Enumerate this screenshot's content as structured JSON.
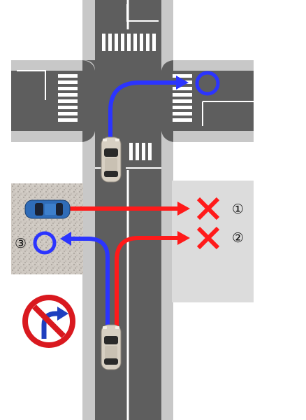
{
  "labels": {
    "one": "①",
    "two": "②",
    "three": "③"
  },
  "icons": {
    "forbidden": "cross-mark-icon",
    "allowed": "circle-mark-icon",
    "sign": "no-right-turn-sign-icon",
    "vehicle": "car-icon"
  },
  "colors": {
    "road": "#5e5e5e",
    "sidewalk": "#c8c8c8",
    "lot": "#dcdcdc",
    "allowed_path": "#2b34ff",
    "forbidden_path": "#ff1a1a",
    "sign_red": "#d9191f",
    "sign_blue": "#1f3fbf"
  }
}
